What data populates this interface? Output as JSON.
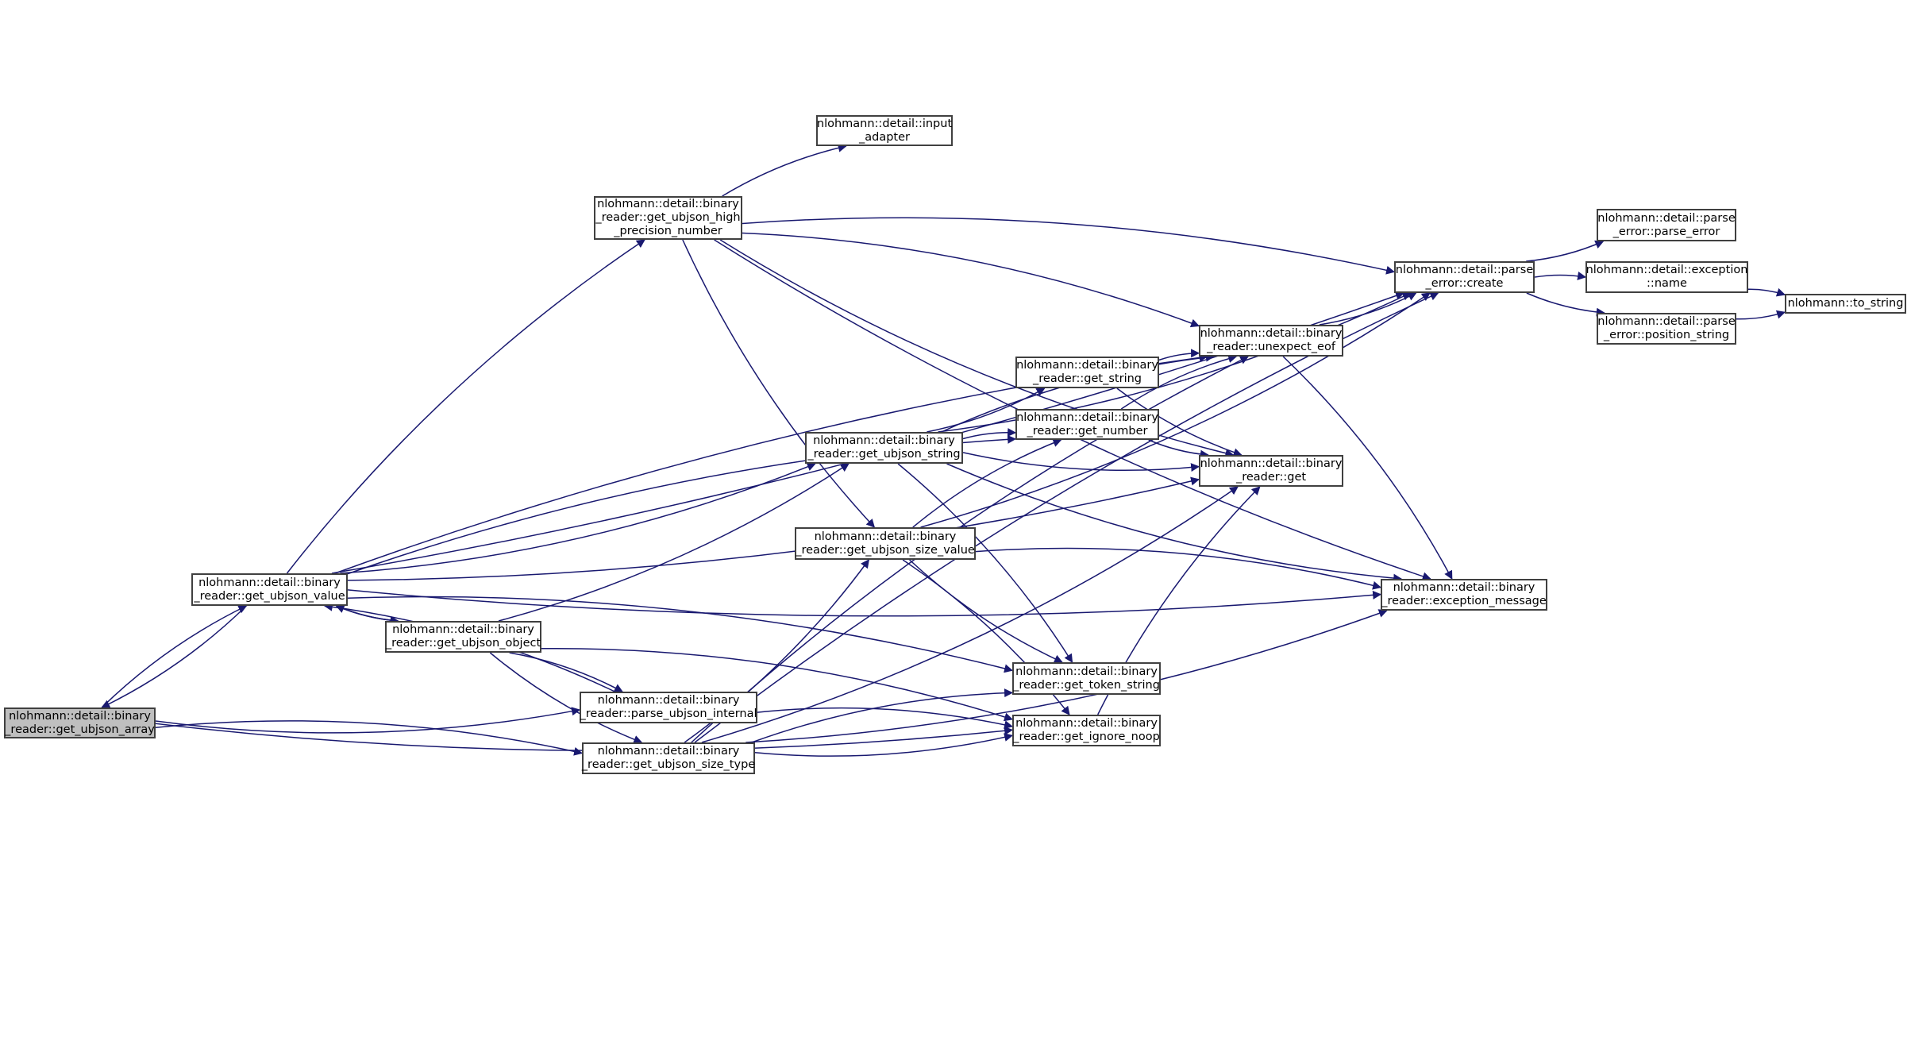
{
  "colors": {
    "edge": "#191970",
    "node_border": "#404040",
    "root_fill": "#bfbfbf",
    "node_fill": "#ffffff"
  },
  "nodes": [
    {
      "id": "get_ubjson_array",
      "label": "nlohmann::detail::binary\n_reader::get_ubjson_array",
      "root": true
    },
    {
      "id": "get_ubjson_value",
      "label": "nlohmann::detail::binary\n_reader::get_ubjson_value"
    },
    {
      "id": "get_ubjson_object",
      "label": "nlohmann::detail::binary\n_reader::get_ubjson_object"
    },
    {
      "id": "parse_ubjson_internal",
      "label": "nlohmann::detail::binary\n_reader::parse_ubjson_internal"
    },
    {
      "id": "get_ubjson_size_type",
      "label": "nlohmann::detail::binary\n_reader::get_ubjson_size_type"
    },
    {
      "id": "get_ubjson_size_value",
      "label": "nlohmann::detail::binary\n_reader::get_ubjson_size_value"
    },
    {
      "id": "get_ubjson_string",
      "label": "nlohmann::detail::binary\n_reader::get_ubjson_string"
    },
    {
      "id": "get_ubjson_high_precision_number",
      "label": "nlohmann::detail::binary\n_reader::get_ubjson_high\n_precision_number"
    },
    {
      "id": "input_adapter",
      "label": "nlohmann::detail::input\n_adapter"
    },
    {
      "id": "get_string",
      "label": "nlohmann::detail::binary\n_reader::get_string"
    },
    {
      "id": "get_number",
      "label": "nlohmann::detail::binary\n_reader::get_number"
    },
    {
      "id": "unexpect_eof",
      "label": "nlohmann::detail::binary\n_reader::unexpect_eof"
    },
    {
      "id": "get",
      "label": "nlohmann::detail::binary\n_reader::get"
    },
    {
      "id": "get_token_string",
      "label": "nlohmann::detail::binary\n_reader::get_token_string"
    },
    {
      "id": "get_ignore_noop",
      "label": "nlohmann::detail::binary\n_reader::get_ignore_noop"
    },
    {
      "id": "exception_message",
      "label": "nlohmann::detail::binary\n_reader::exception_message"
    },
    {
      "id": "parse_error_create",
      "label": "nlohmann::detail::parse\n_error::create"
    },
    {
      "id": "parse_error_parse_error",
      "label": "nlohmann::detail::parse\n_error::parse_error"
    },
    {
      "id": "exception_name",
      "label": "nlohmann::detail::exception\n::name"
    },
    {
      "id": "parse_error_position_string",
      "label": "nlohmann::detail::parse\n_error::position_string"
    },
    {
      "id": "to_string",
      "label": "nlohmann::to_string"
    }
  ],
  "edges": [
    [
      "get_ubjson_array",
      "get_ubjson_value"
    ],
    [
      "get_ubjson_array",
      "parse_ubjson_internal"
    ],
    [
      "get_ubjson_array",
      "get_ubjson_size_type"
    ],
    [
      "get_ubjson_array",
      "get_ignore_noop"
    ],
    [
      "get_ubjson_value",
      "get_ubjson_array"
    ],
    [
      "get_ubjson_value",
      "get_ubjson_object"
    ],
    [
      "get_ubjson_value",
      "get_ubjson_high_precision_number"
    ],
    [
      "get_ubjson_value",
      "get_ubjson_string"
    ],
    [
      "get_ubjson_value",
      "get_number"
    ],
    [
      "get_ubjson_value",
      "get"
    ],
    [
      "get_ubjson_value",
      "unexpect_eof"
    ],
    [
      "get_ubjson_value",
      "parse_error_create"
    ],
    [
      "get_ubjson_value",
      "get_token_string"
    ],
    [
      "get_ubjson_value",
      "exception_message"
    ],
    [
      "get_ubjson_object",
      "get_ubjson_value"
    ],
    [
      "get_ubjson_object",
      "get_ubjson_string"
    ],
    [
      "get_ubjson_object",
      "parse_ubjson_internal"
    ],
    [
      "get_ubjson_object",
      "get_ubjson_size_type"
    ],
    [
      "get_ubjson_object",
      "get_ignore_noop"
    ],
    [
      "parse_ubjson_internal",
      "get_ubjson_value"
    ],
    [
      "parse_ubjson_internal",
      "get_ignore_noop"
    ],
    [
      "get_ubjson_size_type",
      "get_ubjson_size_value"
    ],
    [
      "get_ubjson_size_type",
      "get_token_string"
    ],
    [
      "get_ubjson_size_type",
      "get_ignore_noop"
    ],
    [
      "get_ubjson_size_type",
      "unexpect_eof"
    ],
    [
      "get_ubjson_size_type",
      "get"
    ],
    [
      "get_ubjson_size_type",
      "parse_error_create"
    ],
    [
      "get_ubjson_size_type",
      "exception_message"
    ],
    [
      "get_ubjson_size_value",
      "get_number"
    ],
    [
      "get_ubjson_size_value",
      "get_token_string"
    ],
    [
      "get_ubjson_size_value",
      "get_ignore_noop"
    ],
    [
      "get_ubjson_size_value",
      "parse_error_create"
    ],
    [
      "get_ubjson_size_value",
      "exception_message"
    ],
    [
      "get_ubjson_string",
      "get_string"
    ],
    [
      "get_ubjson_string",
      "get_number"
    ],
    [
      "get_ubjson_string",
      "get"
    ],
    [
      "get_ubjson_string",
      "unexpect_eof"
    ],
    [
      "get_ubjson_string",
      "parse_error_create"
    ],
    [
      "get_ubjson_string",
      "get_token_string"
    ],
    [
      "get_ubjson_string",
      "exception_message"
    ],
    [
      "get_ubjson_high_precision_number",
      "input_adapter"
    ],
    [
      "get_ubjson_high_precision_number",
      "get_ubjson_size_value"
    ],
    [
      "get_ubjson_high_precision_number",
      "unexpect_eof"
    ],
    [
      "get_ubjson_high_precision_number",
      "get"
    ],
    [
      "get_ubjson_high_precision_number",
      "parse_error_create"
    ],
    [
      "get_ubjson_high_precision_number",
      "exception_message"
    ],
    [
      "get_string",
      "unexpect_eof"
    ],
    [
      "get_string",
      "get"
    ],
    [
      "get_number",
      "unexpect_eof"
    ],
    [
      "get_number",
      "get"
    ],
    [
      "get_ignore_noop",
      "get"
    ],
    [
      "unexpect_eof",
      "parse_error_create"
    ],
    [
      "unexpect_eof",
      "exception_message"
    ],
    [
      "parse_error_create",
      "parse_error_parse_error"
    ],
    [
      "parse_error_create",
      "exception_name"
    ],
    [
      "parse_error_create",
      "parse_error_position_string"
    ],
    [
      "exception_name",
      "to_string"
    ],
    [
      "parse_error_position_string",
      "to_string"
    ]
  ]
}
